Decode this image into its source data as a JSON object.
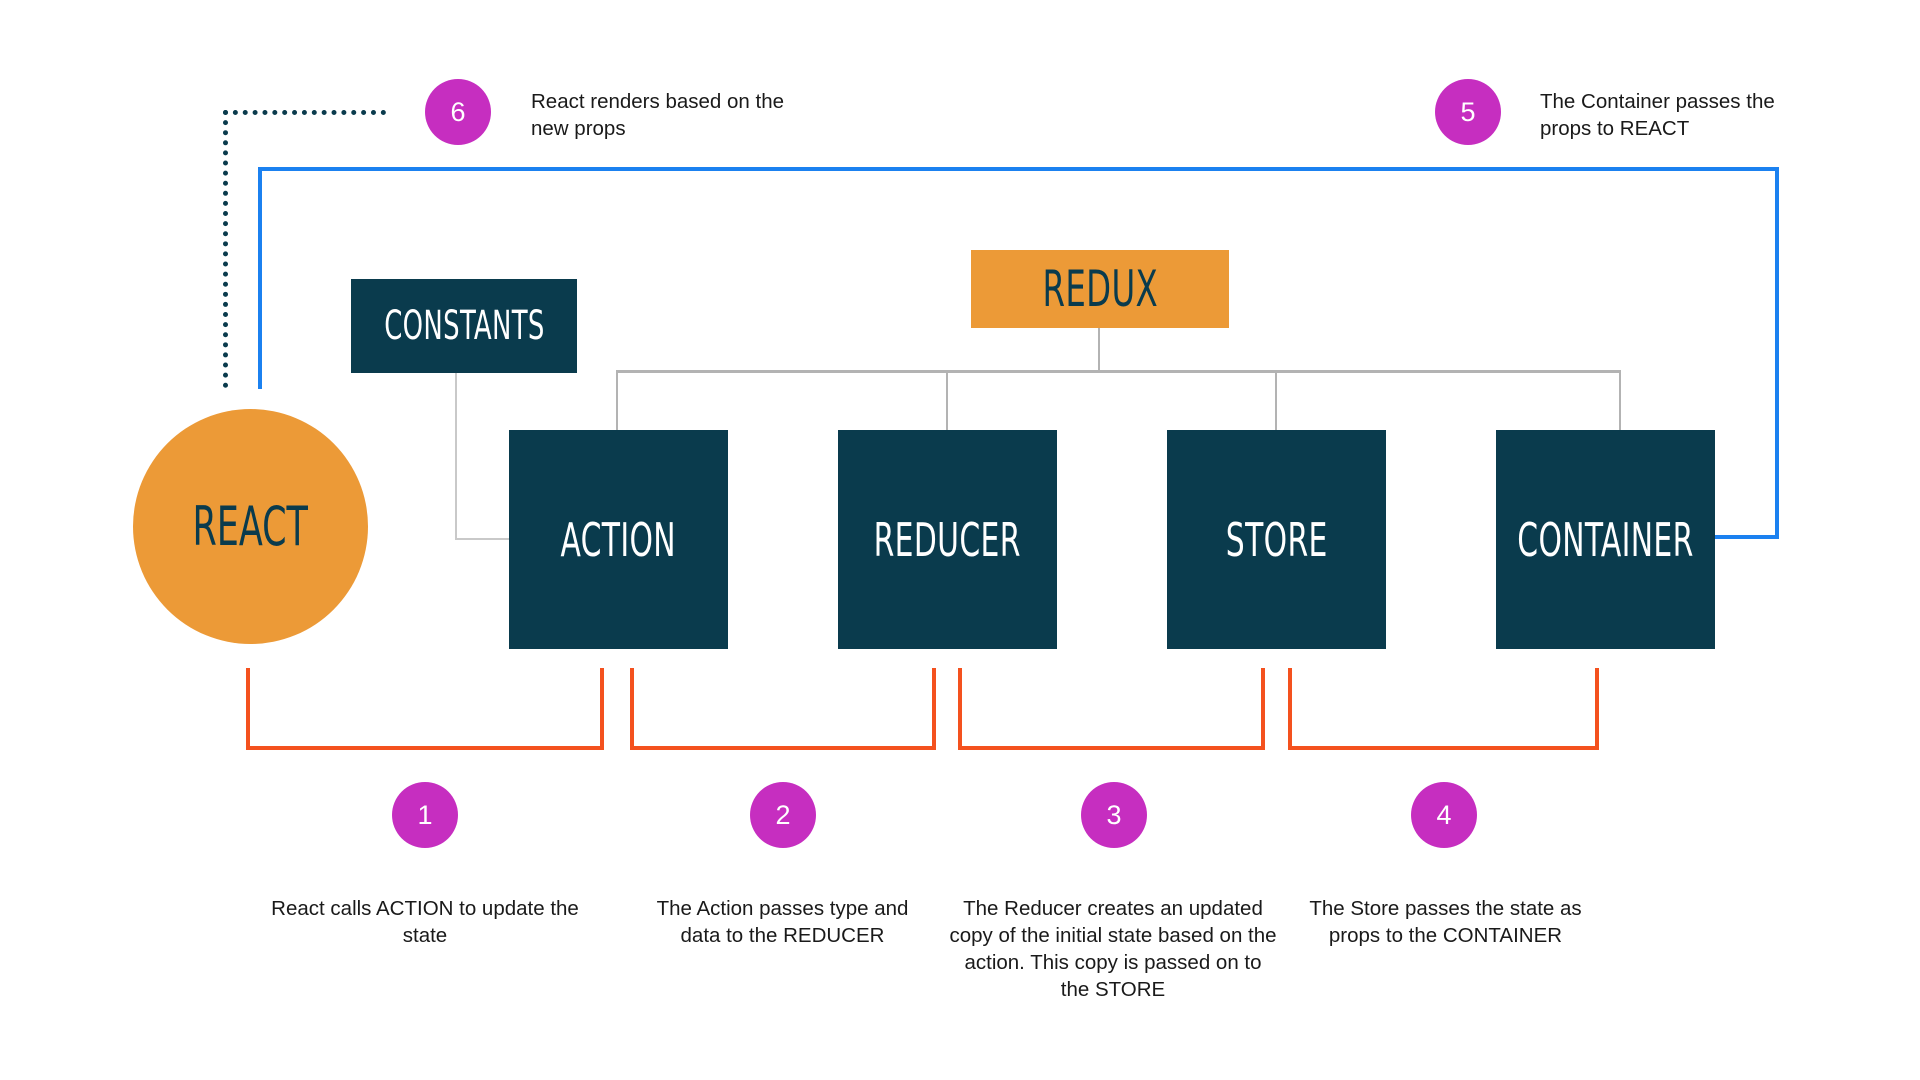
{
  "diagram": {
    "title_nodes": {
      "react": "REACT",
      "constants": "CONSTANTS",
      "redux": "REDUX",
      "action": "ACTION",
      "reducer": "REDUCER",
      "store": "STORE",
      "container": "CONTAINER"
    },
    "steps": [
      {
        "number": "1",
        "text": "React calls ACTION to update the state"
      },
      {
        "number": "2",
        "text": "The Action passes type and data to the REDUCER"
      },
      {
        "number": "3",
        "text": "The Reducer creates an updated copy of the initial state based on the action. This copy is passed on to the STORE"
      },
      {
        "number": "4",
        "text": "The Store passes the state as props to the CONTAINER"
      },
      {
        "number": "5",
        "text": "The Container passes the props to REACT"
      },
      {
        "number": "6",
        "text": "React renders based on the new props"
      }
    ],
    "colors": {
      "node_fill": "#0A3B4D",
      "accent_orange": "#EC9A37",
      "badge_magenta": "#C62EC0",
      "bracket_orange": "#F4511E",
      "flow_blue": "#1B81F0",
      "tree_gray": "#B3B3B3",
      "background": "#FFFFFF"
    }
  }
}
